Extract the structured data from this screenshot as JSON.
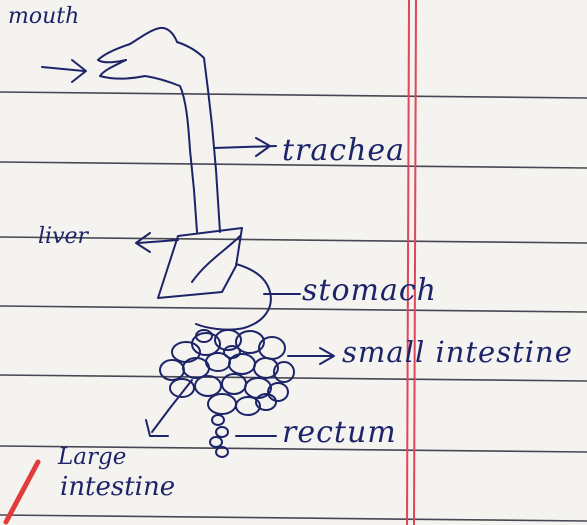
{
  "labels": {
    "mouth": "mouth",
    "trachea": "trachea",
    "liver": "liver",
    "stomach": "stomach",
    "small_intestine": "small intestine",
    "rectum": "rectum",
    "large_intestine_line1": "Large",
    "large_intestine_line2": "intestine"
  },
  "colors": {
    "ink": "#1d2469",
    "paper": "#f4f3ef",
    "rule_line": "#2a2a38",
    "margin_line": "#e0465a",
    "marker": "#e23b3b"
  }
}
